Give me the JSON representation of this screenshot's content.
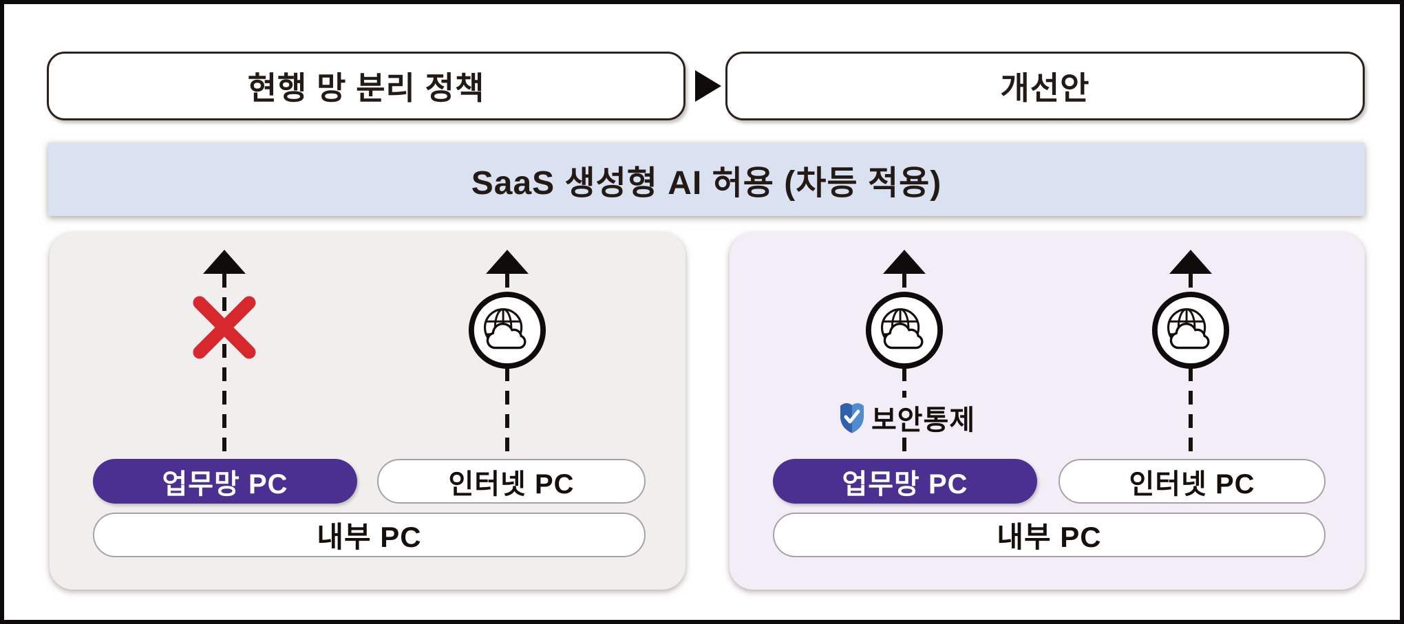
{
  "header": {
    "current_policy_label": "현행 망 분리 정책",
    "improved_label": "개선안"
  },
  "banner": {
    "title": "SaaS 생성형 AI 허용 (차등 적용)"
  },
  "panel_current": {
    "work_pc_label": "업무망 PC",
    "internet_pc_label": "인터넷 PC",
    "internal_pc_label": "내부 PC"
  },
  "panel_improved": {
    "security_control_label": "보안통제",
    "work_pc_label": "업무망 PC",
    "internet_pc_label": "인터넷 PC",
    "internal_pc_label": "내부 PC"
  },
  "icons": {
    "header_arrow": "right-arrow-icon",
    "flow_arrow": "up-arrow-icon",
    "internet_access": "globe-cloud-icon",
    "blocked": "red-x-icon",
    "security": "shield-check-icon"
  },
  "colors": {
    "accent_purple": "#4b3092",
    "banner_blue": "#dae2f1",
    "blocked_red": "#d7282d",
    "shield_blue_dark": "#2f62a8",
    "shield_blue_light": "#4f8bd0",
    "panel_current_bg": "#f0efee",
    "panel_improved_bg": "#f2edf6",
    "line_black": "#17100d"
  }
}
